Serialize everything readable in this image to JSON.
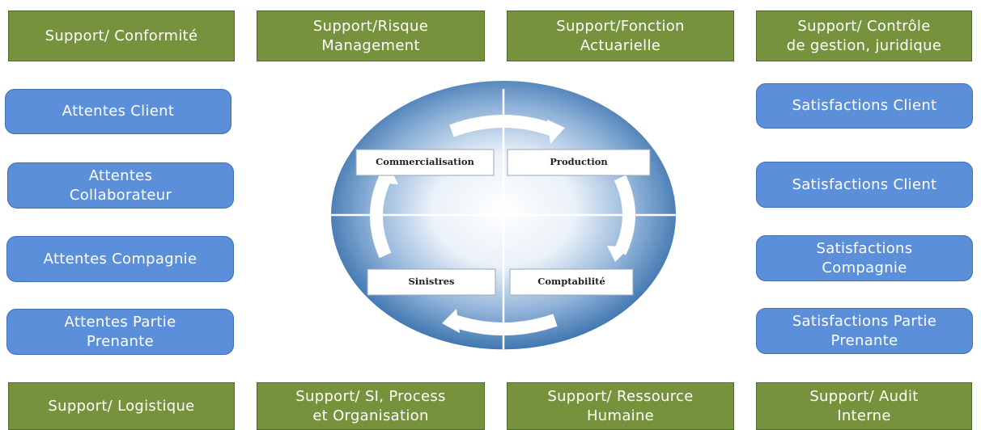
{
  "support_top": [
    "Support/ Conformité",
    "Support/Risque\nManagement",
    "Support/Fonction\nActuarielle",
    "Support/ Contrôle\nde gestion, juridique"
  ],
  "support_bottom": [
    "Support/ Logistique",
    "Support/ SI, Process\net Organisation",
    "Support/ Ressource\nHumaine",
    "Support/ Audit\nInterne"
  ],
  "attentes": [
    "Attentes Client",
    "Attentes\nCollaborateur",
    "Attentes Compagnie",
    "Attentes Partie\nPrenante"
  ],
  "satisfactions": [
    "Satisfactions Client",
    "Satisfactions Client",
    "Satisfactions\nCompagnie",
    "Satisfactions Partie\nPrenante"
  ],
  "processes": {
    "commercialisation": "Commercialisation",
    "production": "Production",
    "sinistres": "Sinistres",
    "comptabilite": "Comptabilité"
  },
  "colors": {
    "support_green": "#76923c",
    "expectation_blue": "#5b8fd9",
    "circle_blue": "#2f6aa8"
  }
}
